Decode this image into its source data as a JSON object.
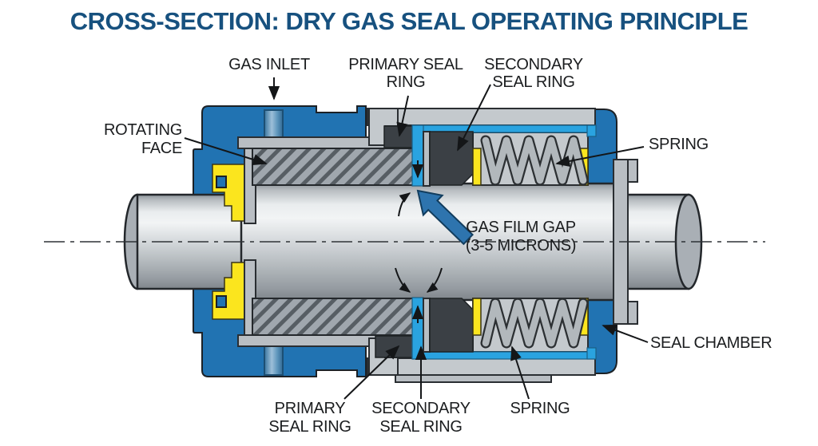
{
  "title": {
    "text": "CROSS-SECTION: DRY GAS SEAL OPERATING PRINCIPLE"
  },
  "labels": {
    "gas_inlet": {
      "lines": [
        "GAS INLET"
      ]
    },
    "primary_seal_top": {
      "lines": [
        "PRIMARY SEAL",
        "RING"
      ]
    },
    "secondary_seal_top": {
      "lines": [
        "SECONDARY",
        "SEAL RING"
      ]
    },
    "rotating_face": {
      "lines": [
        "ROTATING",
        "FACE"
      ]
    },
    "spring_top": {
      "lines": [
        "SPRING"
      ]
    },
    "gas_film_gap": {
      "lines": [
        "GAS FILM GAP",
        "(3-5 MICRONS)"
      ]
    },
    "seal_chamber": {
      "lines": [
        "SEAL CHAMBER"
      ]
    },
    "primary_seal_bottom": {
      "lines": [
        "PRIMARY",
        "SEAL RING"
      ]
    },
    "secondary_seal_bottom": {
      "lines": [
        "SECONDARY",
        "SEAL RING"
      ]
    },
    "spring_bottom": {
      "lines": [
        "SPRING"
      ]
    }
  },
  "colors": {
    "title_blue": "#17517f",
    "label_text": "#1b1d1f",
    "housing_blue": "#2173b2",
    "gas_path_cyan": "#2aa3e0",
    "yellow_seal": "#fbe51e",
    "steel_gray": "#c4c9cd",
    "dark_ring": "#3b4045",
    "arrow_blue": "#2e74ae"
  }
}
